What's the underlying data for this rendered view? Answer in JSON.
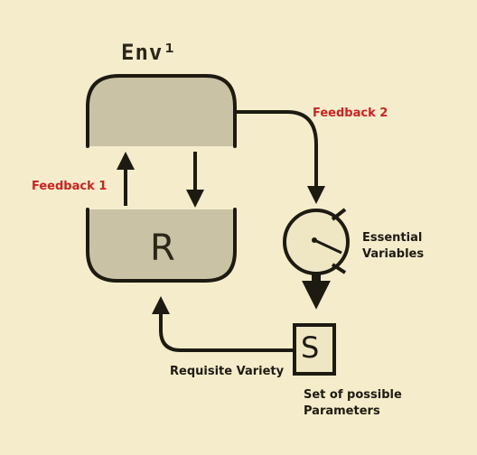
{
  "diagram": {
    "env_label": "Env¹",
    "r_label": "R",
    "s_label": "S",
    "feedback_1": "Feedback 1",
    "feedback_2": "Feedback 2",
    "essential_line1": "Essential",
    "essential_line2": "Variables",
    "requisite_variety": "Requisite Variety",
    "params_line1": "Set of possible",
    "params_line2": "Parameters"
  },
  "colors": {
    "background": "#f4eccb",
    "fill": "#c9c2a4",
    "ink": "#1d1a12",
    "accent": "#cc2222"
  }
}
